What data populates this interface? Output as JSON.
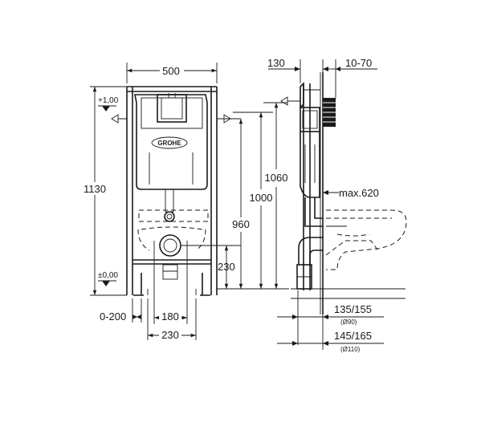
{
  "dimensions": {
    "frame_width": "500",
    "frame_height": "1130",
    "level_top": "+1,00",
    "level_zero": "±0,00",
    "height_1060": "1060",
    "height_1000": "1000",
    "height_960": "960",
    "height_230": "230",
    "foot_adjust": "0-200",
    "bolt_spacing_180": "180",
    "outlet_spacing_230": "230",
    "depth_130": "130",
    "depth_10_70": "10-70",
    "projection_max": "max.620",
    "outlet_135_155": "135/155",
    "pipe_d90": "(Ø90)",
    "outlet_145_165": "145/165",
    "pipe_d110": "(Ø110)"
  },
  "brand": {
    "logo_text": "GROHE"
  }
}
